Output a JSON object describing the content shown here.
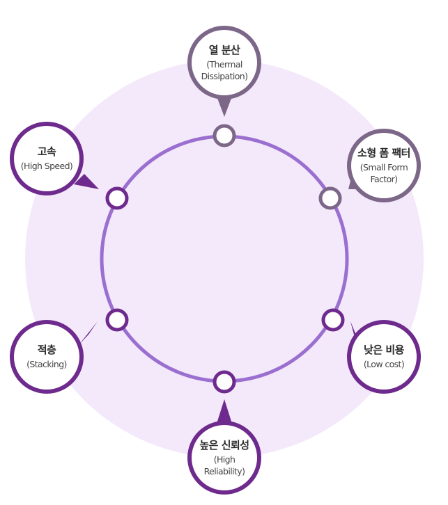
{
  "colors": {
    "halo_fill": "#f3e9fa",
    "ring_stroke": "#9a6fd0",
    "accent_dark": "#6e2a8c",
    "accent_gray": "#7d6788",
    "node_fill": "#ffffff"
  },
  "nodes": [
    {
      "id": "thermal",
      "title": "열 분산",
      "sub": "(Thermal Dissipation)",
      "sub_lines": [
        "(Thermal",
        "Dissipation)"
      ],
      "tone": "accent_gray"
    },
    {
      "id": "small",
      "title": "소형 폼 팩터",
      "sub": "(Small Form Factor)",
      "sub_lines": [
        "(Small Form",
        "Factor)"
      ],
      "tone": "accent_gray"
    },
    {
      "id": "lowcost",
      "title": "낮은 비용",
      "sub": "(Low cost)",
      "sub_lines": [
        "(Low cost)"
      ],
      "tone": "accent_dark"
    },
    {
      "id": "reliable",
      "title": "높은 신뢰성",
      "sub": "(High Reliability)",
      "sub_lines": [
        "(High",
        "Reliability)"
      ],
      "tone": "accent_dark"
    },
    {
      "id": "stacking",
      "title": "적층",
      "sub": "(Stacking)",
      "sub_lines": [
        "(Stacking)"
      ],
      "tone": "accent_dark"
    },
    {
      "id": "highspeed",
      "title": "고속",
      "sub": "(High Speed)",
      "sub_lines": [
        "(High Speed)"
      ],
      "tone": "accent_dark"
    }
  ]
}
